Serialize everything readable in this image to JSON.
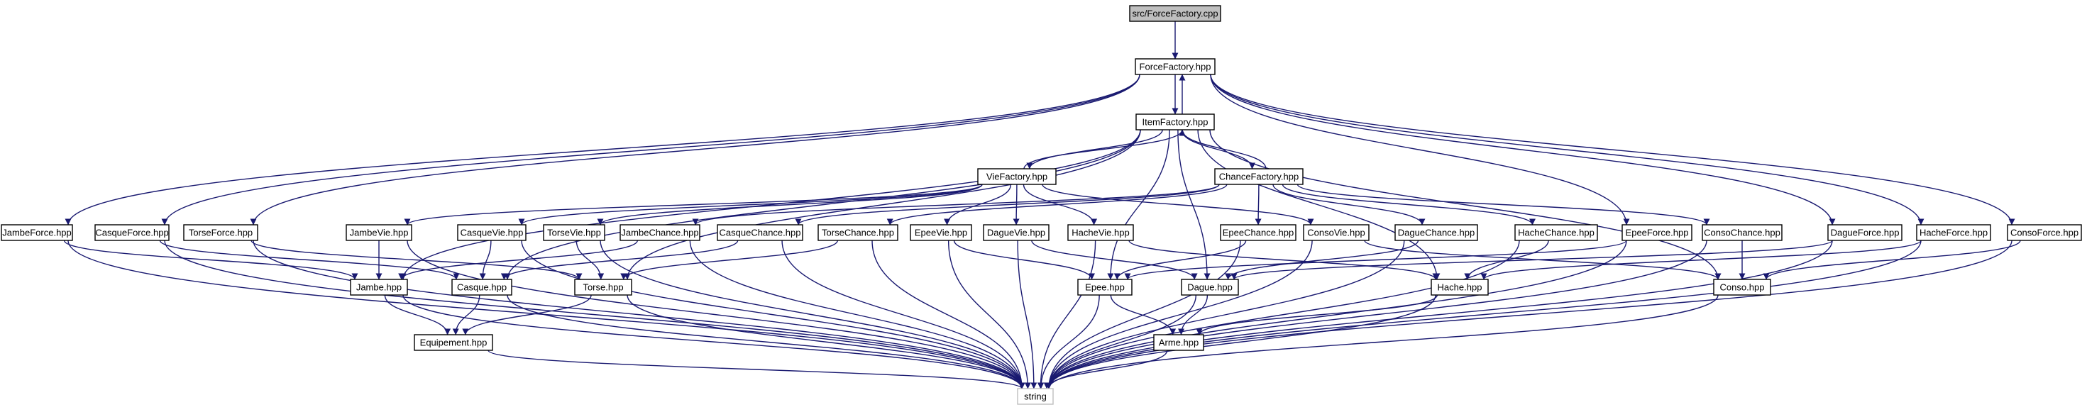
{
  "colors": {
    "edge": "#191970",
    "root_fill": "#bfbfbf",
    "box_stroke": "#000000",
    "external_box_stroke": "#bfbfbf"
  },
  "nodes": {
    "src_forcefactory_cpp": "src/ForceFactory.cpp",
    "forcefactory_hpp": "ForceFactory.hpp",
    "itemfactory_hpp": "ItemFactory.hpp",
    "viefactory_hpp": "VieFactory.hpp",
    "chancefactory_hpp": "ChanceFactory.hpp",
    "jambeforce_hpp": "JambeForce.hpp",
    "casqueforce_hpp": "CasqueForce.hpp",
    "torseforce_hpp": "TorseForce.hpp",
    "jambevie_hpp": "JambeVie.hpp",
    "casquevie_hpp": "CasqueVie.hpp",
    "torsevie_hpp": "TorseVie.hpp",
    "jambechance_hpp": "JambeChance.hpp",
    "casquechance_hpp": "CasqueChance.hpp",
    "torsechance_hpp": "TorseChance.hpp",
    "epeevie_hpp": "EpeeVie.hpp",
    "daguevie_hpp": "DagueVie.hpp",
    "hachevie_hpp": "HacheVie.hpp",
    "epeechance_hpp": "EpeeChance.hpp",
    "consovie_hpp": "ConsoVie.hpp",
    "daguechance_hpp": "DagueChance.hpp",
    "hachechance_hpp": "HacheChance.hpp",
    "epeeforce_hpp": "EpeeForce.hpp",
    "consochance_hpp": "ConsoChance.hpp",
    "dagueforce_hpp": "DagueForce.hpp",
    "hacheforce_hpp": "HacheForce.hpp",
    "consoforce_hpp": "ConsoForce.hpp",
    "jambe_hpp": "Jambe.hpp",
    "casque_hpp": "Casque.hpp",
    "torse_hpp": "Torse.hpp",
    "epee_hpp": "Epee.hpp",
    "dague_hpp": "Dague.hpp",
    "hache_hpp": "Hache.hpp",
    "conso_hpp": "Conso.hpp",
    "equipement_hpp": "Equipement.hpp",
    "arme_hpp": "Arme.hpp",
    "string": "string"
  },
  "edges": [
    [
      "src_forcefactory_cpp",
      "forcefactory_hpp"
    ],
    [
      "forcefactory_hpp",
      "itemfactory_hpp"
    ],
    [
      "itemfactory_hpp",
      "forcefactory_hpp"
    ],
    [
      "forcefactory_hpp",
      "jambeforce_hpp"
    ],
    [
      "forcefactory_hpp",
      "casqueforce_hpp"
    ],
    [
      "forcefactory_hpp",
      "torseforce_hpp"
    ],
    [
      "forcefactory_hpp",
      "epeeforce_hpp"
    ],
    [
      "forcefactory_hpp",
      "dagueforce_hpp"
    ],
    [
      "forcefactory_hpp",
      "hacheforce_hpp"
    ],
    [
      "forcefactory_hpp",
      "consoforce_hpp"
    ],
    [
      "itemfactory_hpp",
      "viefactory_hpp"
    ],
    [
      "viefactory_hpp",
      "itemfactory_hpp"
    ],
    [
      "itemfactory_hpp",
      "chancefactory_hpp"
    ],
    [
      "chancefactory_hpp",
      "itemfactory_hpp"
    ],
    [
      "itemfactory_hpp",
      "jambe_hpp"
    ],
    [
      "itemfactory_hpp",
      "casque_hpp"
    ],
    [
      "itemfactory_hpp",
      "torse_hpp"
    ],
    [
      "itemfactory_hpp",
      "epee_hpp"
    ],
    [
      "itemfactory_hpp",
      "dague_hpp"
    ],
    [
      "itemfactory_hpp",
      "hache_hpp"
    ],
    [
      "itemfactory_hpp",
      "conso_hpp"
    ],
    [
      "viefactory_hpp",
      "jambevie_hpp"
    ],
    [
      "viefactory_hpp",
      "casquevie_hpp"
    ],
    [
      "viefactory_hpp",
      "torsevie_hpp"
    ],
    [
      "viefactory_hpp",
      "epeevie_hpp"
    ],
    [
      "viefactory_hpp",
      "daguevie_hpp"
    ],
    [
      "viefactory_hpp",
      "hachevie_hpp"
    ],
    [
      "viefactory_hpp",
      "consovie_hpp"
    ],
    [
      "chancefactory_hpp",
      "jambechance_hpp"
    ],
    [
      "chancefactory_hpp",
      "casquechance_hpp"
    ],
    [
      "chancefactory_hpp",
      "torsechance_hpp"
    ],
    [
      "chancefactory_hpp",
      "epeechance_hpp"
    ],
    [
      "chancefactory_hpp",
      "daguechance_hpp"
    ],
    [
      "chancefactory_hpp",
      "hachechance_hpp"
    ],
    [
      "chancefactory_hpp",
      "consochance_hpp"
    ],
    [
      "jambeforce_hpp",
      "jambe_hpp"
    ],
    [
      "jambeforce_hpp",
      "string"
    ],
    [
      "casqueforce_hpp",
      "casque_hpp"
    ],
    [
      "casqueforce_hpp",
      "string"
    ],
    [
      "torseforce_hpp",
      "torse_hpp"
    ],
    [
      "torseforce_hpp",
      "string"
    ],
    [
      "jambevie_hpp",
      "jambe_hpp"
    ],
    [
      "jambevie_hpp",
      "string"
    ],
    [
      "casquevie_hpp",
      "casque_hpp"
    ],
    [
      "casquevie_hpp",
      "string"
    ],
    [
      "torsevie_hpp",
      "torse_hpp"
    ],
    [
      "torsevie_hpp",
      "string"
    ],
    [
      "jambechance_hpp",
      "jambe_hpp"
    ],
    [
      "jambechance_hpp",
      "string"
    ],
    [
      "casquechance_hpp",
      "casque_hpp"
    ],
    [
      "casquechance_hpp",
      "string"
    ],
    [
      "torsechance_hpp",
      "torse_hpp"
    ],
    [
      "torsechance_hpp",
      "string"
    ],
    [
      "epeevie_hpp",
      "epee_hpp"
    ],
    [
      "epeevie_hpp",
      "string"
    ],
    [
      "daguevie_hpp",
      "dague_hpp"
    ],
    [
      "daguevie_hpp",
      "string"
    ],
    [
      "hachevie_hpp",
      "hache_hpp"
    ],
    [
      "hachevie_hpp",
      "string"
    ],
    [
      "epeechance_hpp",
      "epee_hpp"
    ],
    [
      "epeechance_hpp",
      "string"
    ],
    [
      "consovie_hpp",
      "conso_hpp"
    ],
    [
      "consovie_hpp",
      "string"
    ],
    [
      "daguechance_hpp",
      "dague_hpp"
    ],
    [
      "daguechance_hpp",
      "string"
    ],
    [
      "hachechance_hpp",
      "hache_hpp"
    ],
    [
      "hachechance_hpp",
      "string"
    ],
    [
      "epeeforce_hpp",
      "epee_hpp"
    ],
    [
      "epeeforce_hpp",
      "string"
    ],
    [
      "consochance_hpp",
      "conso_hpp"
    ],
    [
      "consochance_hpp",
      "string"
    ],
    [
      "dagueforce_hpp",
      "dague_hpp"
    ],
    [
      "dagueforce_hpp",
      "string"
    ],
    [
      "hacheforce_hpp",
      "hache_hpp"
    ],
    [
      "hacheforce_hpp",
      "string"
    ],
    [
      "consoforce_hpp",
      "conso_hpp"
    ],
    [
      "consoforce_hpp",
      "string"
    ],
    [
      "jambe_hpp",
      "equipement_hpp"
    ],
    [
      "jambe_hpp",
      "string"
    ],
    [
      "casque_hpp",
      "equipement_hpp"
    ],
    [
      "casque_hpp",
      "string"
    ],
    [
      "torse_hpp",
      "equipement_hpp"
    ],
    [
      "torse_hpp",
      "string"
    ],
    [
      "epee_hpp",
      "arme_hpp"
    ],
    [
      "epee_hpp",
      "string"
    ],
    [
      "dague_hpp",
      "arme_hpp"
    ],
    [
      "dague_hpp",
      "string"
    ],
    [
      "hache_hpp",
      "arme_hpp"
    ],
    [
      "hache_hpp",
      "string"
    ],
    [
      "conso_hpp",
      "string"
    ],
    [
      "equipement_hpp",
      "string"
    ],
    [
      "arme_hpp",
      "string"
    ]
  ]
}
